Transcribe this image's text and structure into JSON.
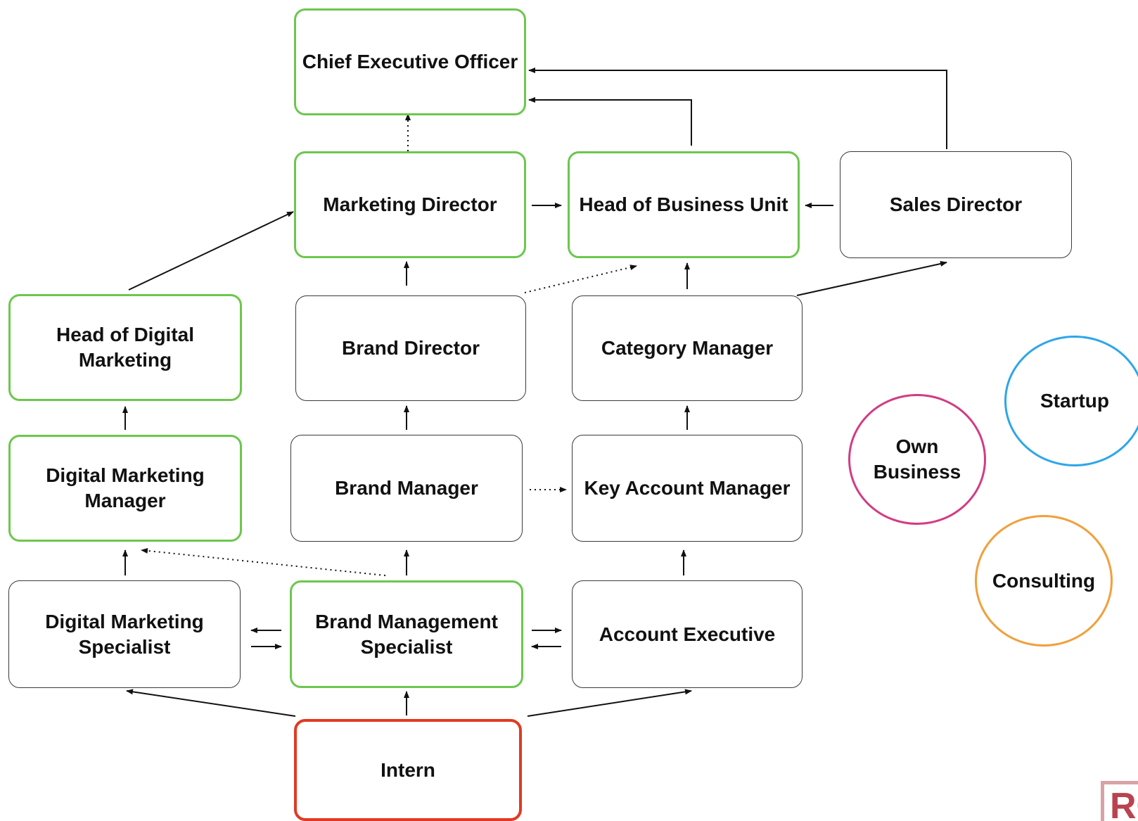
{
  "nodes": {
    "ceo": "Chief Executive Officer",
    "marketing_director": "Marketing Director",
    "head_business_unit": "Head of Business Unit",
    "sales_director": "Sales Director",
    "head_digital_marketing": "Head of Digital\nMarketing",
    "brand_director": "Brand Director",
    "category_manager": "Category Manager",
    "digital_marketing_manager": "Digital Marketing\nManager",
    "brand_manager": "Brand Manager",
    "key_account_manager": "Key Account Manager",
    "digital_marketing_specialist": "Digital Marketing\nSpecialist",
    "brand_management_specialist": "Brand Management\nSpecialist",
    "account_executive": "Account Executive",
    "intern": "Intern",
    "own_business": "Own\nBusiness",
    "startup": "Startup",
    "consulting": "Consulting"
  },
  "logo_text": "RC",
  "colors": {
    "highlight_border": "#6cc74e",
    "start_border": "#e03a22",
    "own_business_circle": "#d23c84",
    "startup_circle": "#2ea6e8",
    "consulting_circle": "#f0a03c",
    "arrow": "#111111"
  },
  "connections": [
    {
      "from": "intern",
      "to": "brand_management_specialist",
      "style": "solid"
    },
    {
      "from": "intern",
      "to": "digital_marketing_specialist",
      "style": "solid"
    },
    {
      "from": "intern",
      "to": "account_executive",
      "style": "solid"
    },
    {
      "from": "brand_management_specialist",
      "to": "digital_marketing_specialist",
      "style": "solid"
    },
    {
      "from": "digital_marketing_specialist",
      "to": "brand_management_specialist",
      "style": "solid"
    },
    {
      "from": "brand_management_specialist",
      "to": "account_executive",
      "style": "solid"
    },
    {
      "from": "account_executive",
      "to": "brand_management_specialist",
      "style": "solid"
    },
    {
      "from": "digital_marketing_specialist",
      "to": "digital_marketing_manager",
      "style": "solid"
    },
    {
      "from": "brand_management_specialist",
      "to": "brand_manager",
      "style": "solid"
    },
    {
      "from": "brand_management_specialist",
      "to": "digital_marketing_manager",
      "style": "dotted"
    },
    {
      "from": "account_executive",
      "to": "key_account_manager",
      "style": "solid"
    },
    {
      "from": "digital_marketing_manager",
      "to": "head_digital_marketing",
      "style": "solid"
    },
    {
      "from": "brand_manager",
      "to": "brand_director",
      "style": "solid"
    },
    {
      "from": "brand_manager",
      "to": "key_account_manager",
      "style": "dotted"
    },
    {
      "from": "key_account_manager",
      "to": "category_manager",
      "style": "solid"
    },
    {
      "from": "head_digital_marketing",
      "to": "marketing_director",
      "style": "solid"
    },
    {
      "from": "brand_director",
      "to": "marketing_director",
      "style": "solid"
    },
    {
      "from": "brand_director",
      "to": "head_business_unit",
      "style": "dotted"
    },
    {
      "from": "category_manager",
      "to": "head_business_unit",
      "style": "solid"
    },
    {
      "from": "category_manager",
      "to": "sales_director",
      "style": "solid"
    },
    {
      "from": "marketing_director",
      "to": "head_business_unit",
      "style": "solid"
    },
    {
      "from": "sales_director",
      "to": "head_business_unit",
      "style": "solid"
    },
    {
      "from": "marketing_director",
      "to": "ceo",
      "style": "dotted"
    },
    {
      "from": "head_business_unit",
      "to": "ceo",
      "style": "solid"
    },
    {
      "from": "sales_director",
      "to": "ceo",
      "style": "solid"
    }
  ]
}
